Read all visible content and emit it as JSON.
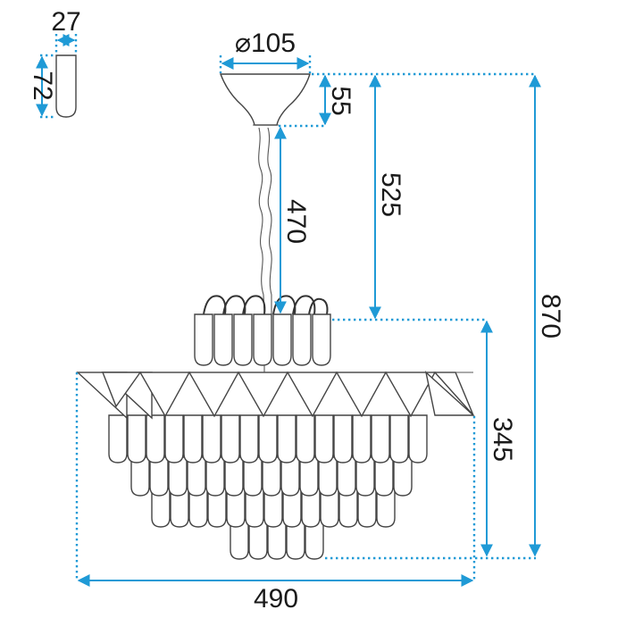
{
  "dimensions": {
    "crystal_width": "27",
    "crystal_height": "72",
    "canopy_diameter": "⌀105",
    "canopy_height": "55",
    "chain_length": "470",
    "top_to_body": "525",
    "total_height": "870",
    "body_height": "345",
    "body_width": "490"
  },
  "colors": {
    "dimension_line": "#1f9ad6",
    "outline": "#444444",
    "text": "#1a1a1a"
  }
}
